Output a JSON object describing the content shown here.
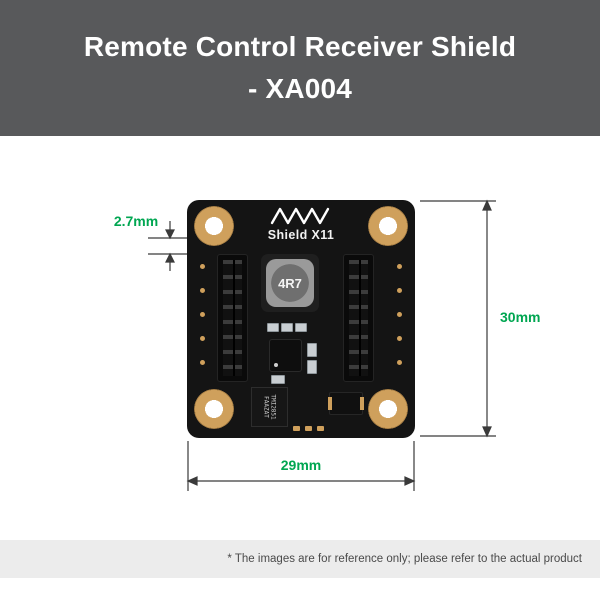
{
  "header": {
    "title_line1": "Remote Control Receiver Shield",
    "title_line2": "- XA004"
  },
  "product": {
    "board_label": "Shield X11",
    "inductor_label": "4R7",
    "ic_label_line1": "TMI2851",
    "ic_label_line2": "FAAZAT"
  },
  "dimensions": {
    "hole_offset": "2.7mm",
    "board_height": "30mm",
    "board_width": "29mm"
  },
  "footer": {
    "disclaimer": "* The images are for reference only; please refer to the actual product"
  },
  "colors": {
    "header_bg": "#58595b",
    "footer_bg": "#ececec",
    "dimension_text_green": "#00a651",
    "dimension_line": "#3a3a3a",
    "pad_gold": "#cfa05c",
    "board_black": "#141414"
  }
}
